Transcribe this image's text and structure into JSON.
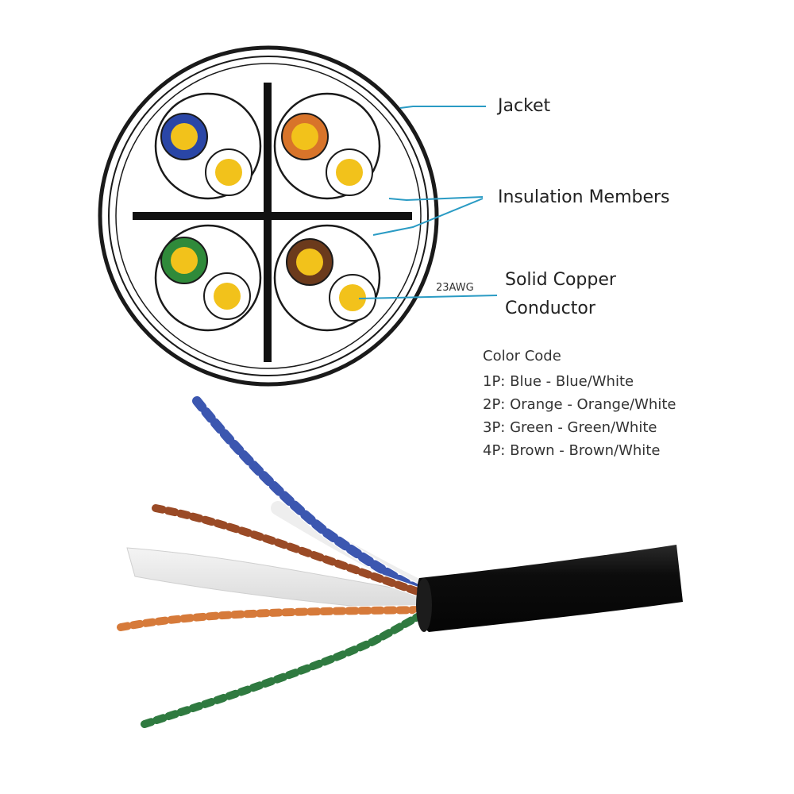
{
  "labels": {
    "jacket": "Jacket",
    "insulation_members": "Insulation Members",
    "solid_copper": "Solid Copper",
    "conductor": "Conductor",
    "gauge": "23AWG"
  },
  "color_code": {
    "title": "Color Code",
    "pairs": [
      {
        "text": "1P: Blue - Blue/White",
        "color": "#2a46a6"
      },
      {
        "text": "2P: Orange - Orange/White",
        "color": "#d8742a"
      },
      {
        "text": "3P: Green - Green/White",
        "color": "#2f8a3a"
      },
      {
        "text": "4P: Brown - Brown/White",
        "color": "#6b3a1c"
      }
    ]
  },
  "colors": {
    "conductor": "#f2c21b",
    "jacket": "#111111",
    "leader_line": "#2a9bc4"
  }
}
